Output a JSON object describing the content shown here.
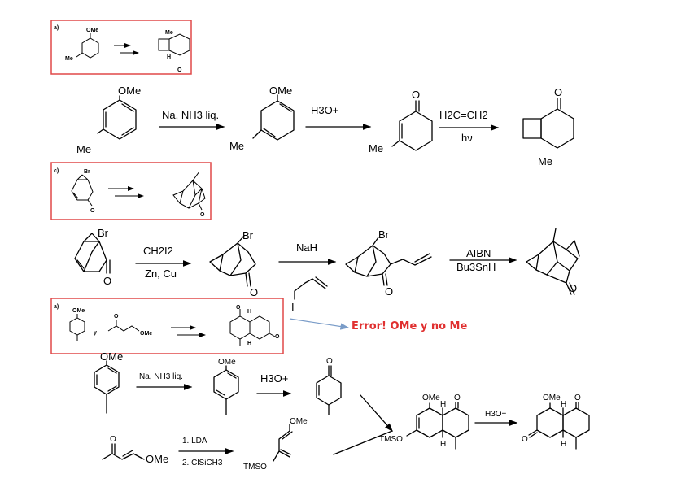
{
  "colors": {
    "box_border": "#e04848",
    "error_text": "#e03030",
    "callout_arrow": "#7a9cc8"
  },
  "panel_a1": {
    "tag": "a)",
    "ome": "OMe",
    "me_ring": "Me",
    "me_product": "Me",
    "h": "H",
    "o": "O"
  },
  "scheme1": {
    "sm_ome": "OMe",
    "sm_me": "Me",
    "r1_label": "Na, NH3 liq.",
    "i1_ome": "OMe",
    "i1_me": "Me",
    "r2_label": "H3O+",
    "i2_o": "O",
    "i2_me": "Me",
    "r3_top": "H2C=CH2",
    "r3_bottom": "hν",
    "p_o": "O",
    "p_me": "Me"
  },
  "panel_c": {
    "tag": "c)",
    "br": "Br",
    "o1": "O",
    "o2": "O"
  },
  "scheme2": {
    "sm_br": "Br",
    "sm_o": "O",
    "r1_top": "CH2I2",
    "r1_bottom": "Zn, Cu",
    "i1_br": "Br",
    "i1_o": "O",
    "r2_top": "NaH",
    "r2_i": "I",
    "i2_br": "Br",
    "i2_o": "O",
    "r3_top": "AIBN",
    "r3_bottom": "Bu3SnH",
    "p_o": "O"
  },
  "panel_a2": {
    "tag": "a)",
    "ome1": "OMe",
    "y": "y",
    "ome2": "OMe",
    "o1": "O",
    "o2": "O",
    "o3": "O",
    "h1": "H",
    "h2": "H"
  },
  "callout": {
    "text": "Error! OMe y no Me"
  },
  "scheme3": {
    "sm_ome": "OMe",
    "r1_label": "Na, NH3 liq.",
    "i1_ome": "OMe",
    "r2_label": "H3O+",
    "i2_o": "O",
    "ketone_o": "O",
    "ketone_ome": "OMe",
    "r3_step1": "1. LDA",
    "r3_step2": "2. ClSiCH3",
    "diene_ome": "OMe",
    "diene_tmso": "TMSO",
    "adduct_ome": "OMe",
    "adduct_h1": "H",
    "adduct_o": "O",
    "adduct_tmso": "TMSO",
    "adduct_h2": "H",
    "r4_label": "H3O+",
    "p_ome": "OMe",
    "p_h1": "H",
    "p_o1": "O",
    "p_o2": "O",
    "p_h2": "H"
  }
}
